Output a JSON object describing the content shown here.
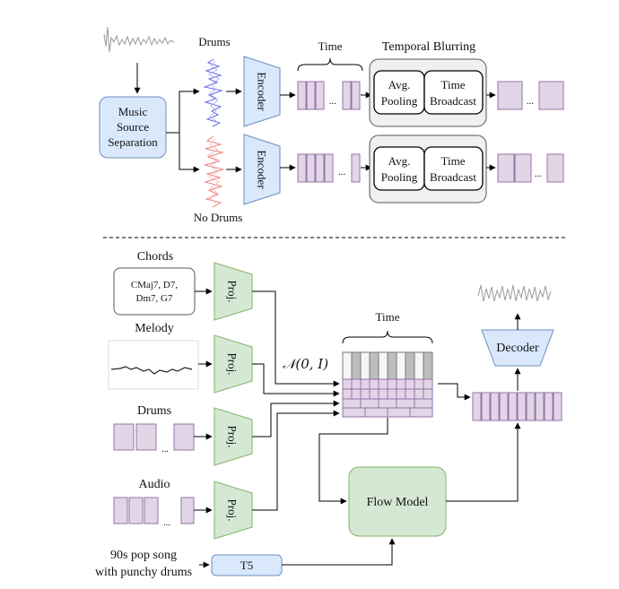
{
  "colors": {
    "blue_fill": "#dae8fc",
    "blue_stroke": "#6c8ebf",
    "green_fill": "#d5e8d4",
    "green_stroke": "#82b366",
    "purple_fill": "#e1d5e7",
    "purple_stroke": "#9673a6",
    "gray_fill": "#f0f0f0",
    "drums_wave": "#6a6ae8",
    "nodrums_wave": "#f08080"
  },
  "top": {
    "drums_label": "Drums",
    "no_drums_label": "No Drums",
    "mss_line1": "Music",
    "mss_line2": "Source",
    "mss_line3": "Separation",
    "encoder_label": "Encoder",
    "time_label": "Time",
    "temporal_blurring_label": "Temporal Blurring",
    "avg_line1": "Avg.",
    "avg_line2": "Pooling",
    "broadcast_line1": "Time",
    "broadcast_line2": "Broadcast",
    "ellipsis": "..."
  },
  "bottom": {
    "chords_label": "Chords",
    "chords_line1": "CMaj7, D7,",
    "chords_line2": "Dm7, G7",
    "melody_label": "Melody",
    "drums_label": "Drums",
    "audio_label": "Audio",
    "proj_label": "Proj.",
    "noise_label": "𝒩(0, I)",
    "time_label": "Time",
    "flow_model_label": "Flow Model",
    "decoder_label": "Decoder",
    "t5_label": "T5",
    "prompt_line1": "90s pop song",
    "prompt_line2": "with punchy drums",
    "ellipsis": "..."
  }
}
